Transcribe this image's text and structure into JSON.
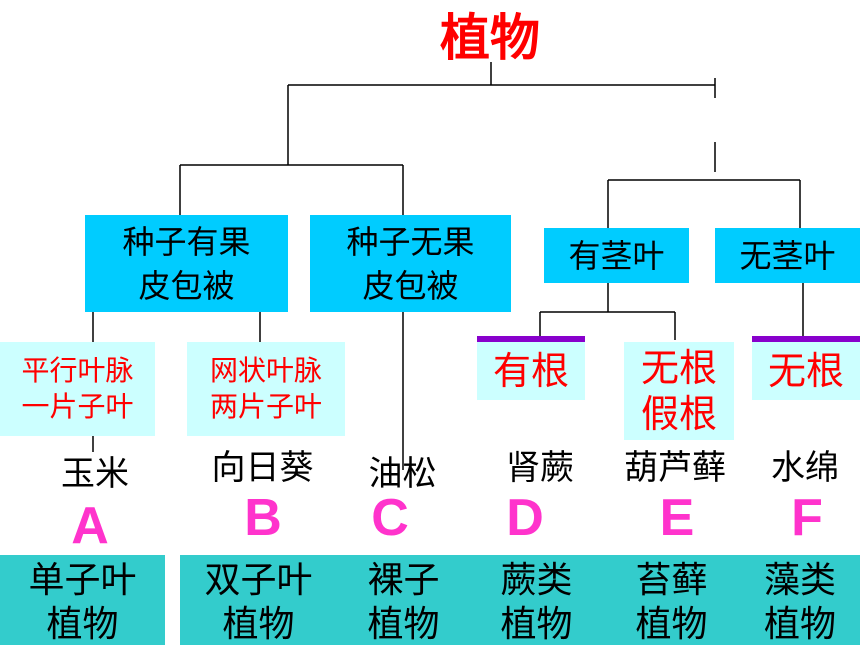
{
  "title": "植物",
  "branches": {
    "seed_with_fruit": "种子有果\n皮包被",
    "seed_without_fruit": "种子无果\n皮包被",
    "with_stem_leaf": "有茎叶",
    "without_stem_leaf": "无茎叶"
  },
  "features": {
    "parallel_veins": "平行叶脉",
    "one_cotyledon": "一片子叶",
    "net_veins": "网状叶脉",
    "two_cotyledons": "两片子叶",
    "has_root": "有根",
    "no_root_false_root": "无根\n假根",
    "no_root": "无根"
  },
  "examples": [
    "玉米",
    "向日葵",
    "油松",
    "肾蕨",
    "葫芦藓",
    "水绵"
  ],
  "letters": [
    "A",
    "B",
    "C",
    "D",
    "E",
    "F"
  ],
  "groups": [
    "单子叶\n植物",
    "双子叶\n植物",
    "裸子\n植物",
    "蕨类\n植物",
    "苔藓\n植物",
    "藻类\n植物"
  ],
  "colors": {
    "title": "#ff0000",
    "branch_box": "#00ccff",
    "feature_box": "#ccffff",
    "feature_text": "#ff0000",
    "letters": "#ff33cc",
    "group_box": "#33cccc",
    "bar": "#8800cc"
  }
}
